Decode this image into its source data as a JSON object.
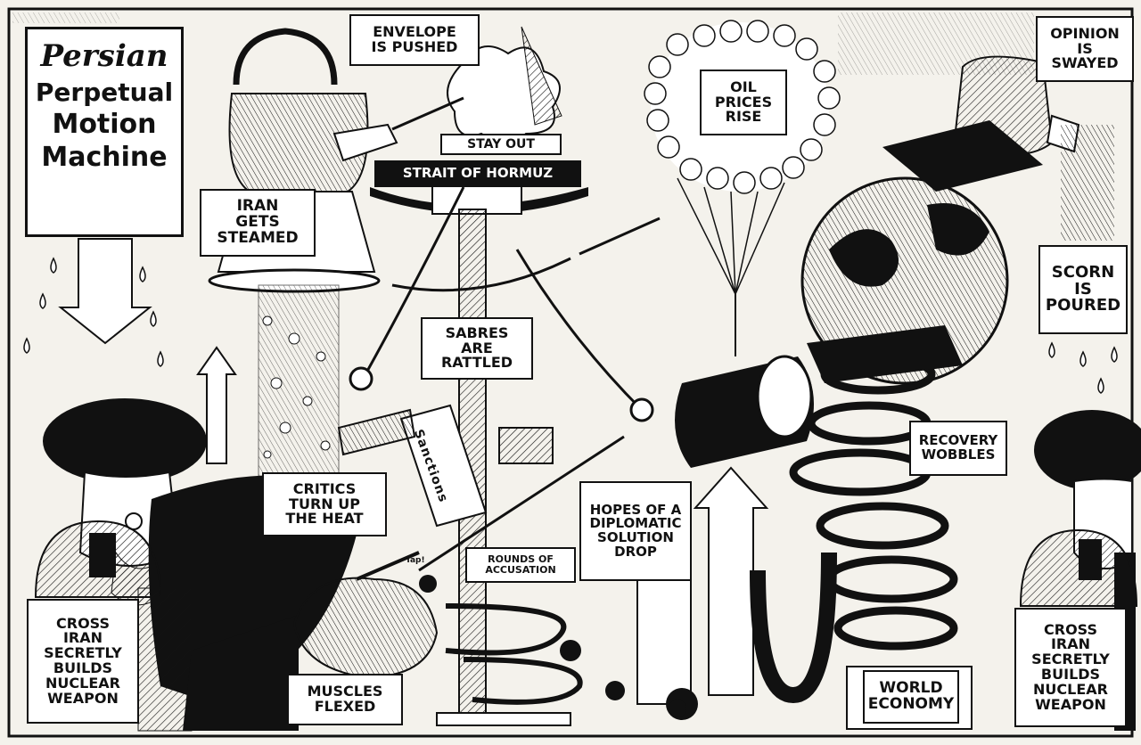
{
  "title": {
    "line1": "Persian",
    "line2": "Perpetual",
    "line3": "Motion",
    "line4": "Machine"
  },
  "captions": {
    "envelope": [
      "Envelope",
      "is pushed"
    ],
    "opinion": [
      "Opinion",
      "is",
      "swayed"
    ],
    "stay_out": "Stay Out",
    "strait": "Strait of Hormuz",
    "oil": [
      "Oil",
      "prices",
      "rise"
    ],
    "steamed": [
      "Iran",
      "gets",
      "steamed"
    ],
    "scorn": [
      "Scorn",
      "is",
      "poured"
    ],
    "sabres": [
      "Sabres",
      "are",
      "rattled"
    ],
    "sanctions": "Sanctions",
    "recovery": [
      "Recovery",
      "wobbles"
    ],
    "critics": [
      "Critics",
      "turn up",
      "the heat"
    ],
    "hopes": [
      "Hopes of a",
      "diplomatic",
      "solution",
      "drop"
    ],
    "accusation": [
      "Rounds of",
      "accusation"
    ],
    "tap": "Tap!",
    "muscles": [
      "Muscles",
      "flexed"
    ],
    "world": [
      "World",
      "Economy"
    ],
    "cross_left": [
      "Cross",
      "Iran",
      "secretly",
      "builds",
      "nuclear",
      "weapon"
    ],
    "cross_right": [
      "Cross",
      "Iran",
      "secretly",
      "builds",
      "nuclear",
      "weapon"
    ]
  },
  "colors": {
    "ink": "#111111",
    "paper": "#f4f2ec",
    "label_bg": "#ffffff"
  }
}
